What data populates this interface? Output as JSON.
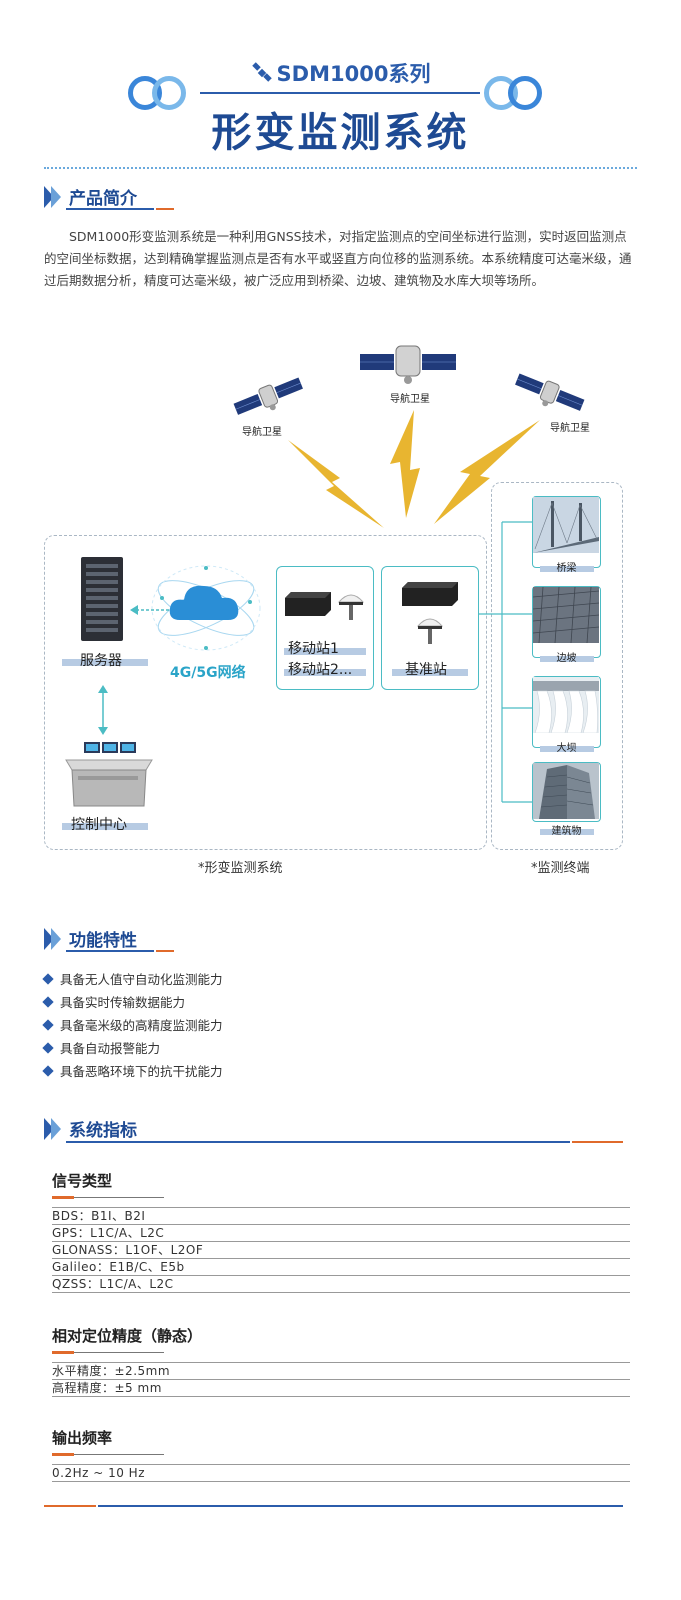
{
  "header": {
    "series": "SDM1000系列",
    "title": "形变监测系统"
  },
  "sections": {
    "intro_title": "产品简介",
    "features_title": "功能特性",
    "specs_title": "系统指标"
  },
  "intro_text": "SDM1000形变监测系统是一种利用GNSS技术，对指定监测点的空间坐标进行监测，实时返回监测点的空间坐标数据，达到精确掌握监测点是否有水平或竖直方向位移的监测系统。本系统精度可达毫米级，通过后期数据分析，精度可达毫米级，被广泛应用到桥梁、边坡、建筑物及水库大坝等场所。",
  "diagram": {
    "satellite_label": "导航卫星",
    "server": "服务器",
    "control_center": "控制中心",
    "network": "4G/5G网络",
    "mobile_station_1": "移动站1",
    "mobile_station_2": "移动站2...",
    "base_station": "基准站",
    "terminals": [
      "桥梁",
      "边坡",
      "大坝",
      "建筑物"
    ],
    "caption_system": "*形变监测系统",
    "caption_terminal": "*监测终端"
  },
  "features": [
    "具备无人值守自动化监测能力",
    "具备实时传输数据能力",
    "具备毫米级的高精度监测能力",
    "具备自动报警能力",
    "具备恶略环境下的抗干扰能力"
  ],
  "specs": {
    "signal_title": "信号类型",
    "signal_rows": [
      "BDS：B1I、B2I",
      "GPS：L1C/A、L2C",
      "GLONASS：L1OF、L2OF",
      "Galileo：E1B/C、E5b",
      "QZSS：L1C/A、L2C"
    ],
    "accuracy_title": "相对定位精度（静态）",
    "accuracy_rows": [
      "水平精度：±2.5mm",
      "高程精度：±5 mm"
    ],
    "rate_title": "输出频率",
    "rate_rows": [
      "0.2Hz ~ 10 Hz"
    ]
  },
  "colors": {
    "primary_blue": "#1e4a93",
    "accent_orange": "#e06a2b",
    "teal": "#4bbcc4",
    "lightning": "#e8b530"
  }
}
